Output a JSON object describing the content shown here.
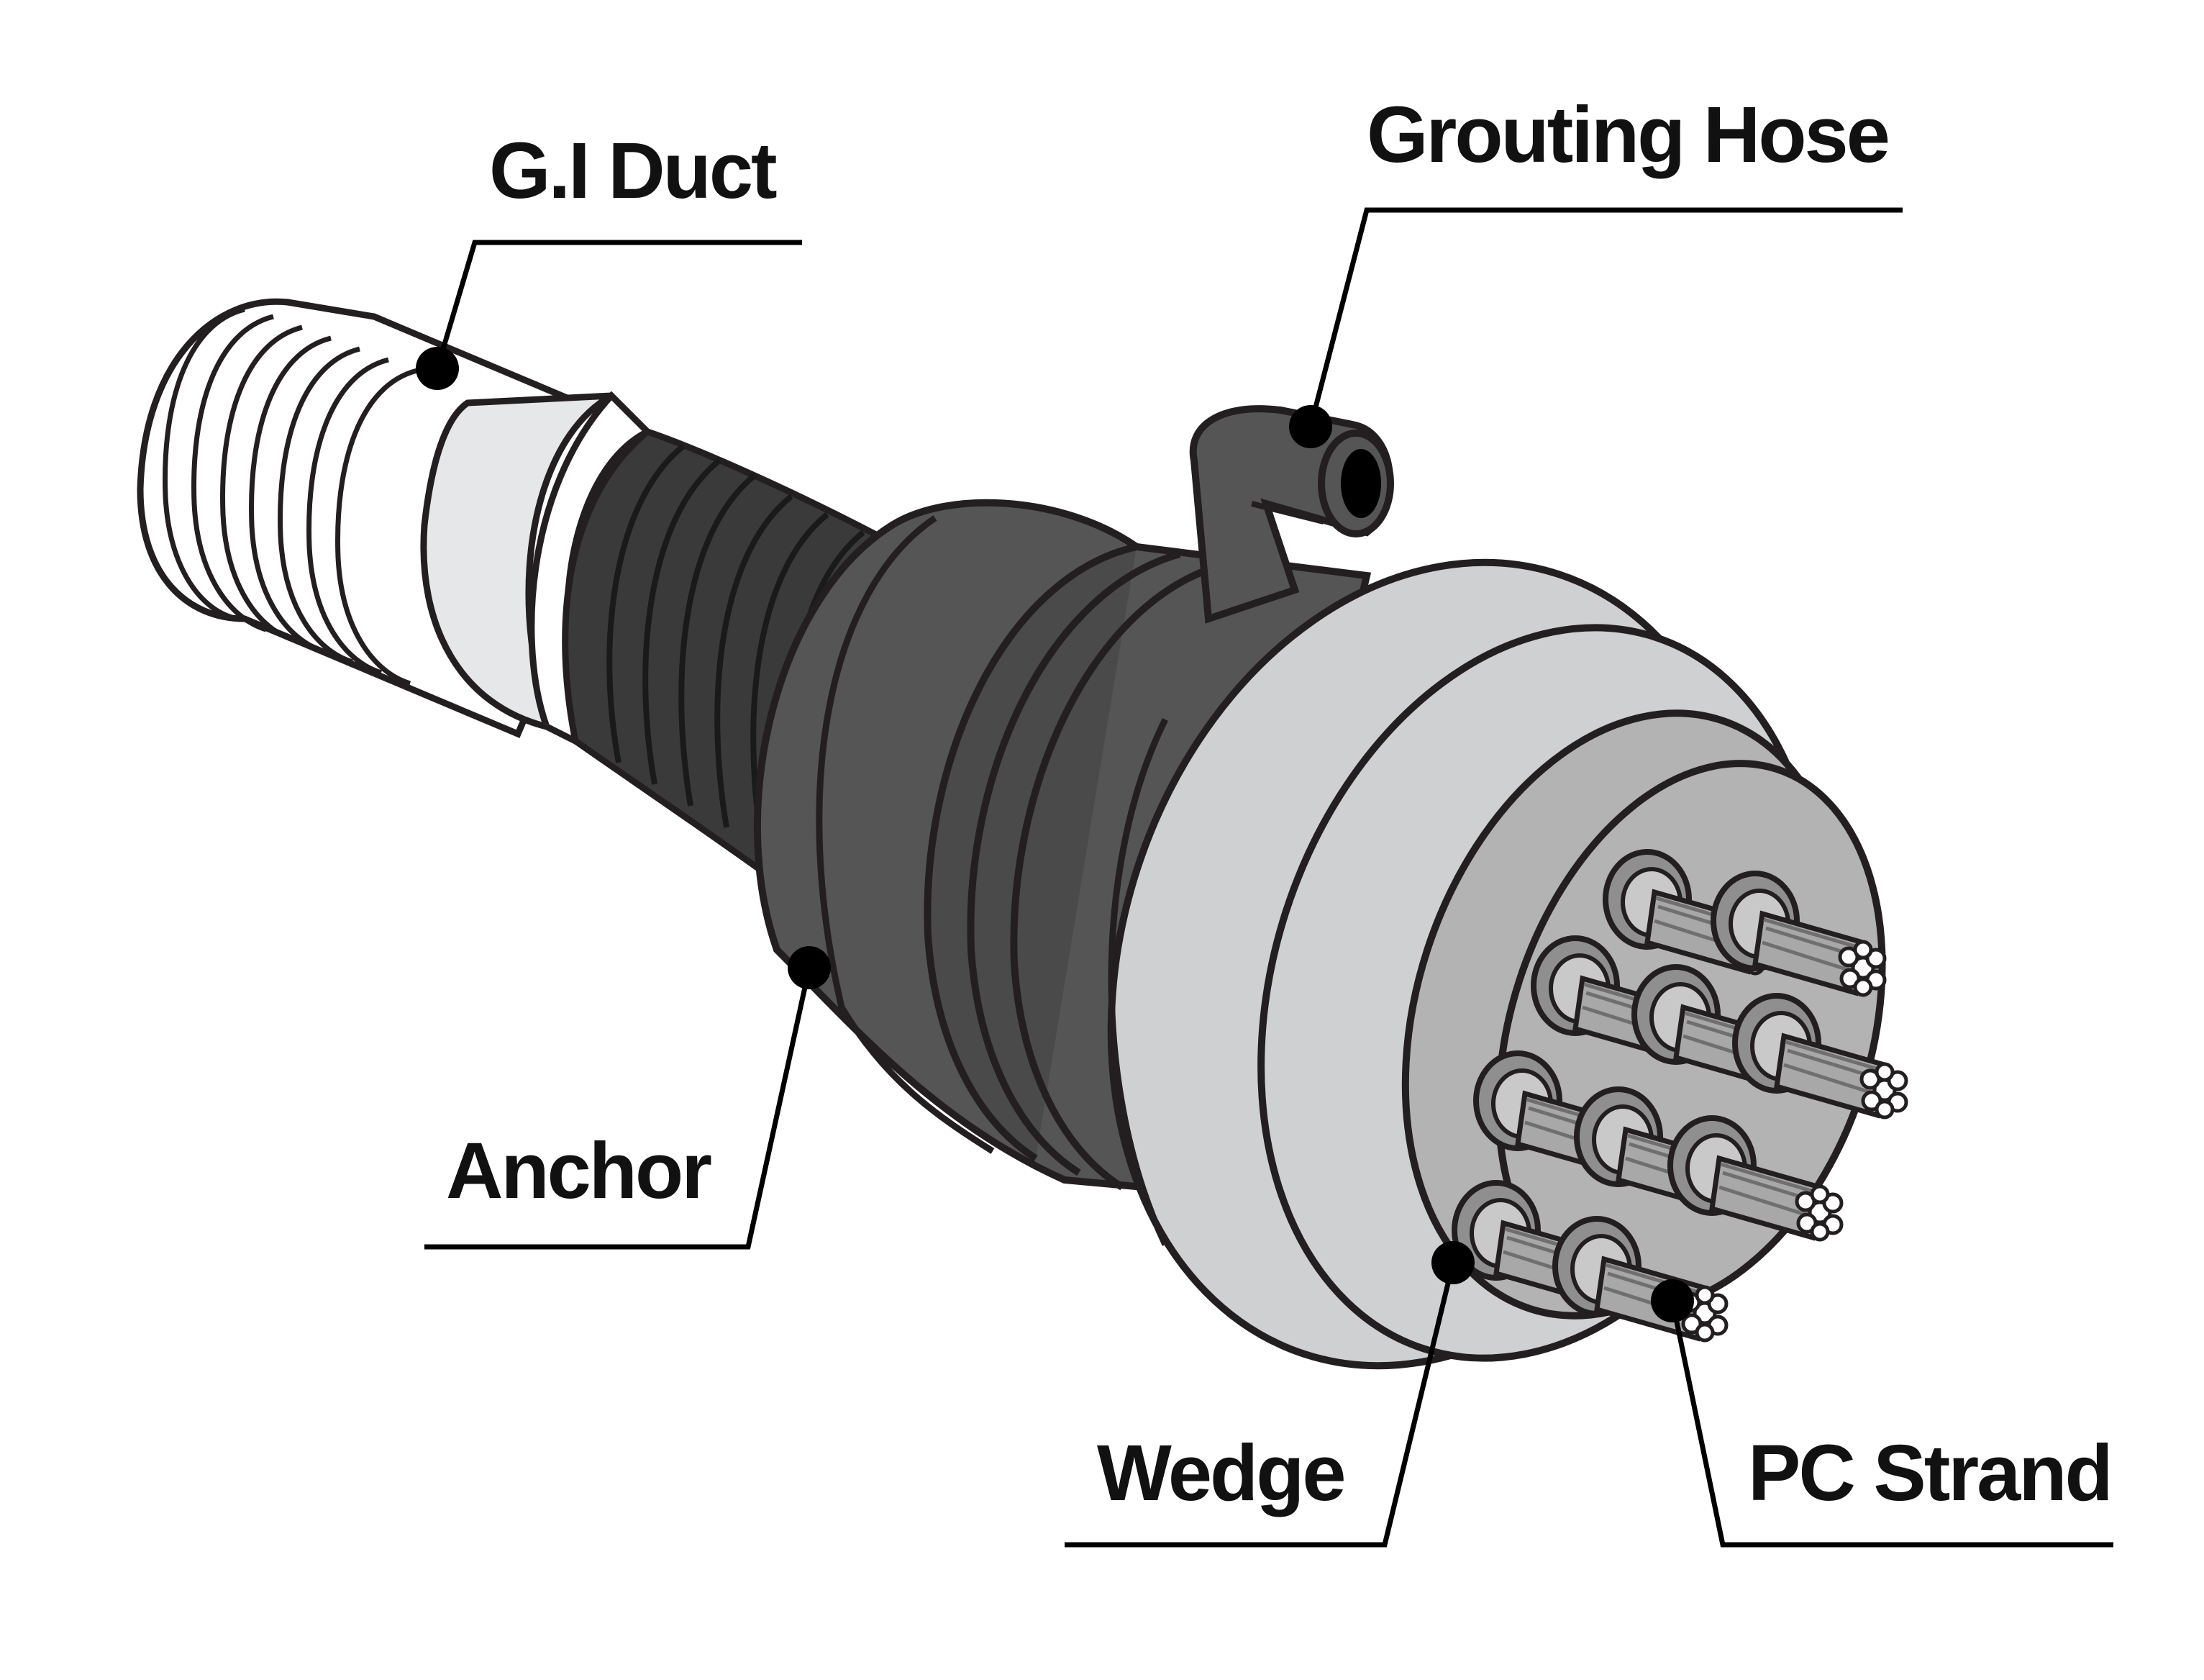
{
  "labels": {
    "gi_duct": "G.I Duct",
    "grouting_hose": "Grouting Hose",
    "anchor": "Anchor",
    "wedge": "Wedge",
    "pc_strand": "PC Strand"
  },
  "colors": {
    "outline": "#231f20",
    "duct_white": "#ffffff",
    "duct_light": "#e6e7e8",
    "sheath_dark": "#3a3a3a",
    "anchor_dark": "#555555",
    "anchor_mid": "#4a4a4a",
    "plate_light": "#cfd0d1",
    "head_mid": "#b3b3b3",
    "strand_gray": "#9a9a9a",
    "leader": "#000000"
  }
}
